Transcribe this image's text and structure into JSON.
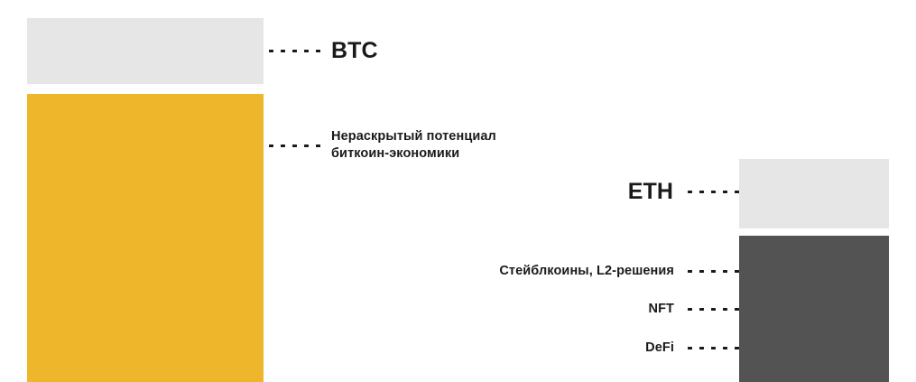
{
  "diagram": {
    "title_text": "",
    "colors": {
      "light_gray": "#E6E6E6",
      "yellow": "#EDB62B",
      "dark_gray": "#535353",
      "text": "#1A1A1A",
      "background": "#FFFFFF"
    },
    "left_column": {
      "blocks": [
        {
          "id": "btc-realized",
          "label": "BTC",
          "color": "#E6E6E6",
          "label_style": "ticker"
        },
        {
          "id": "btc-potential",
          "label": "Нераскрытый потенциал\nбиткоин-экономики",
          "color": "#EDB62B",
          "label_style": "caption"
        }
      ]
    },
    "right_column": {
      "blocks": [
        {
          "id": "eth-realized",
          "label": "ETH",
          "color": "#E6E6E6",
          "label_style": "ticker"
        },
        {
          "id": "eth-apps",
          "color": "#535353",
          "labels": [
            "Стейблкоины, L2-решения",
            "NFT",
            "DeFi"
          ]
        }
      ]
    },
    "leader_dot_count": 5
  }
}
